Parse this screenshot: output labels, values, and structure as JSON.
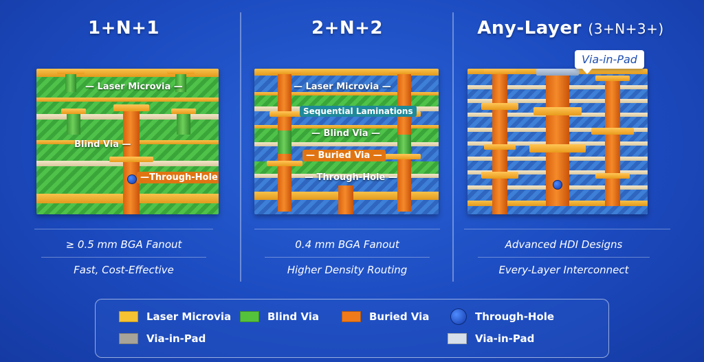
{
  "panels": [
    {
      "title": "1+N+1",
      "subtitle": "",
      "caption1": "≥ 0.5 mm BGA Fanout",
      "caption2": "Fast, Cost-Effective",
      "labels": {
        "laser": "— Laser Microvia —",
        "blind": "Blind Via —",
        "through": "—Through-Hole"
      }
    },
    {
      "title": "2+N+2",
      "subtitle": "",
      "caption1": "0.4 mm BGA Fanout",
      "caption2": "Higher Density Routing",
      "labels": {
        "laser": "— Laser Microvia —",
        "seq": "Sequential Laminations",
        "blind": "— Blind Via —",
        "buried": "— Buried Via —",
        "through": "— Through-Hole —"
      }
    },
    {
      "title": "Any-Layer",
      "subtitle": "(3+N+3+)",
      "caption1": "Advanced HDI Designs",
      "caption2": "Every-Layer Interconnect",
      "callout": "Via-in-Pad"
    }
  ],
  "legend": [
    {
      "label": "Laser Microvia",
      "color": "#f5c232"
    },
    {
      "label": "Blind Via",
      "color": "#55c23c"
    },
    {
      "label": "Buried Via",
      "color": "#ef7a1c"
    },
    {
      "label": "Through-Hole",
      "color": "#2a62d6"
    },
    {
      "label": "Via-in-Pad",
      "color": "#a9a49a"
    },
    {
      "label": "Via-in-Pad",
      "color": "#d7e0ea"
    }
  ]
}
